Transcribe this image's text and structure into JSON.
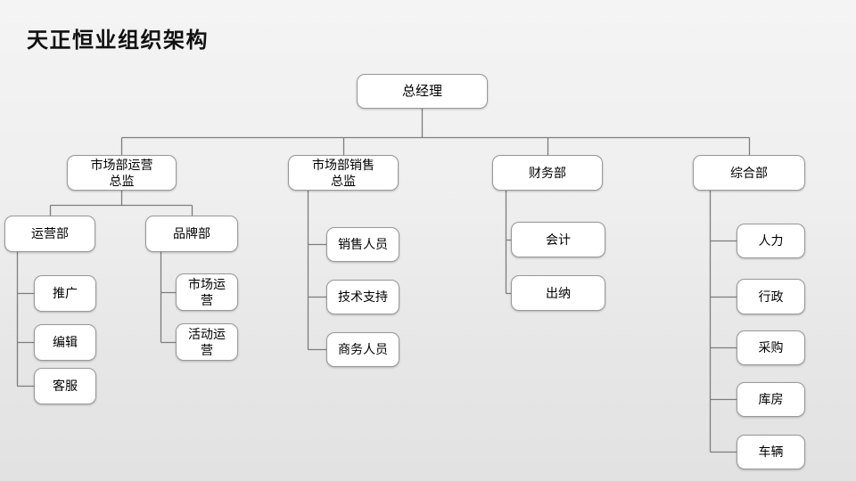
{
  "slide": {
    "title": "天正恒业组织架构"
  },
  "org_chart": {
    "type": "hierarchy-diagram",
    "line_color": "#7d7d7d",
    "node_fill": "#ffffff",
    "node_border": "#999999",
    "root": {
      "label": "总经理"
    },
    "branches": [
      {
        "label": "市场部运营\n总监",
        "children": [
          {
            "label": "运营部",
            "children": [
              {
                "label": "推广"
              },
              {
                "label": "编辑"
              },
              {
                "label": "客服"
              }
            ]
          },
          {
            "label": "品牌部",
            "children": [
              {
                "label": "市场运\n营"
              },
              {
                "label": "活动运\n营"
              }
            ]
          }
        ]
      },
      {
        "label": "市场部销售\n总监",
        "children": [
          {
            "label": "销售人员"
          },
          {
            "label": "技术支持"
          },
          {
            "label": "商务人员"
          }
        ]
      },
      {
        "label": "财务部",
        "children": [
          {
            "label": "会计"
          },
          {
            "label": "出纳"
          }
        ]
      },
      {
        "label": "综合部",
        "children": [
          {
            "label": "人力"
          },
          {
            "label": "行政"
          },
          {
            "label": "采购"
          },
          {
            "label": "库房"
          },
          {
            "label": "车辆"
          }
        ]
      }
    ]
  }
}
